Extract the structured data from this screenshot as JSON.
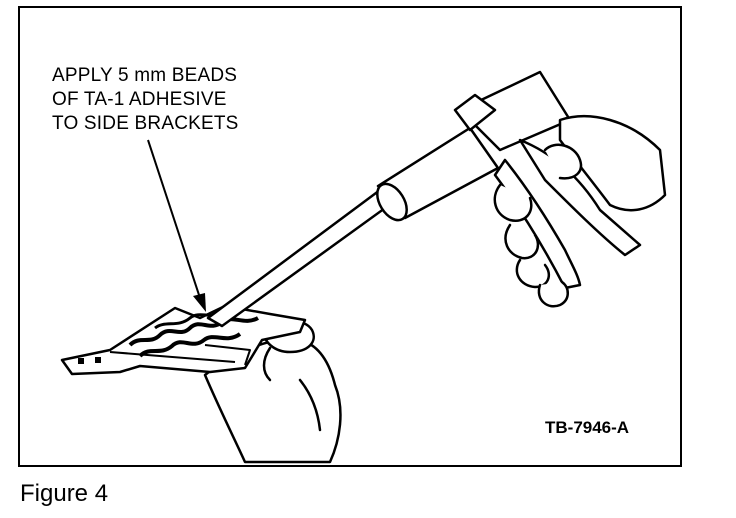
{
  "callout": {
    "line1": "APPLY 5 mm BEADS",
    "line2": "OF TA-1 ADHESIVE",
    "line3": "TO SIDE BRACKETS"
  },
  "reference_code": "TB-7946-A",
  "caption": "Figure 4",
  "colors": {
    "ink": "#000000",
    "paper": "#ffffff"
  },
  "icons": [
    "adhesive-gun-icon",
    "valve-body-plate-icon",
    "hand-icon"
  ]
}
